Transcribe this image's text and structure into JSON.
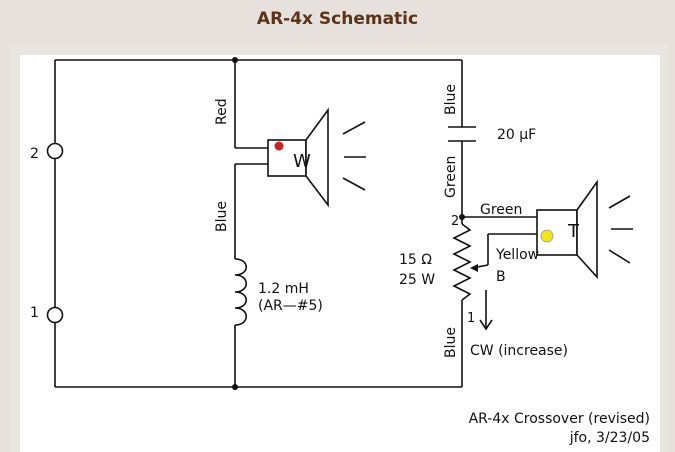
{
  "title": "AR-4x Schematic",
  "terminals": {
    "top": "2",
    "bottom": "1"
  },
  "woofer": {
    "label": "W",
    "wire_in": "Red",
    "wire_out": "Blue",
    "dot_color": "#cc2222"
  },
  "inductor": {
    "value": "1.2 mH",
    "part": "(AR—#5)"
  },
  "capacitor": {
    "wire_top": "Blue",
    "value": "20 μF",
    "wire_bottom": "Green"
  },
  "tweeter": {
    "label": "T",
    "wire_in": "Green",
    "wire_tap": "Yellow",
    "dot_color": "#f2e51a"
  },
  "pot": {
    "resistance": "15 Ω",
    "power": "25 W",
    "pin_top": "2",
    "pin_bottom": "1",
    "wiper": "B",
    "wire_bottom": "Blue",
    "rotation": "CW (increase)"
  },
  "caption": {
    "line1": "AR-4x Crossover (revised)",
    "line2": "jfo, 3/23/05"
  }
}
